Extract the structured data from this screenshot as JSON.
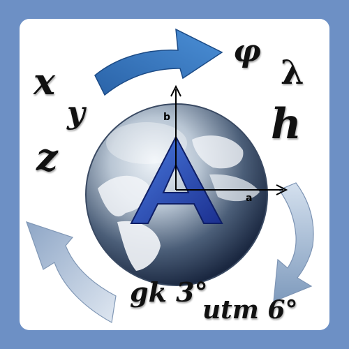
{
  "labels": {
    "x": "x",
    "y": "y",
    "z": "z",
    "phi": "φ",
    "lambda": "λ",
    "h": "h",
    "gk": "gk 3°",
    "utm": "utm 6°"
  },
  "axes": {
    "a": "a",
    "b": "b"
  },
  "logo_letter": "A",
  "icons": [
    "arrow-top-icon",
    "arrow-right-icon",
    "arrow-bottom-left-icon",
    "globe-icon",
    "axis-icon"
  ],
  "colors": {
    "frame": "#6d90c5",
    "card": "#ffffff",
    "arrow_blue": "#2f6fb5",
    "arrow_light": "#a9bdd6",
    "logo_blue": "#1e3fa8"
  }
}
